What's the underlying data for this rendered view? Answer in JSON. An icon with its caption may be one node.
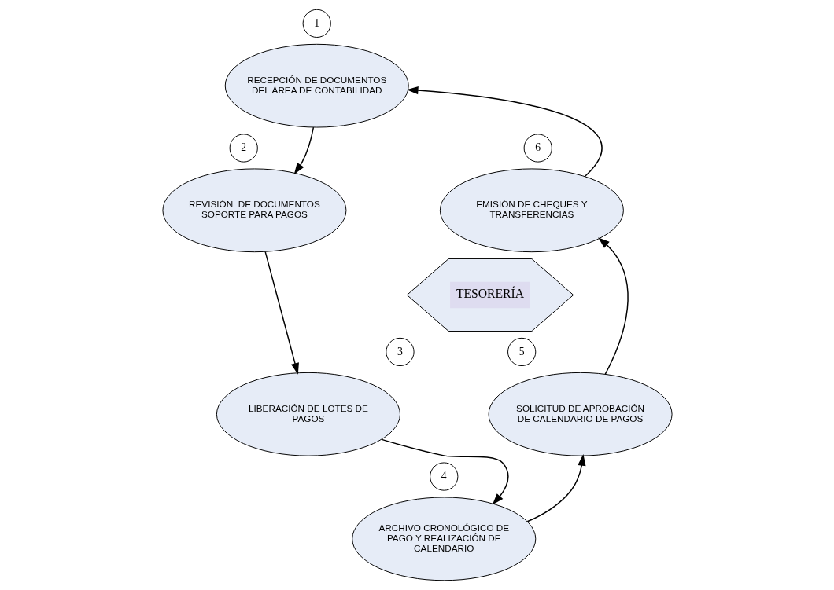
{
  "diagram": {
    "nodes": [
      {
        "text": [
          "1"
        ]
      },
      {
        "text": [
          "RECEPCIÓN DE DOCUMENTOS DEL ÁREA DE CONTABILIDAD"
        ]
      },
      {
        "text": [
          "2"
        ]
      },
      {
        "text": [
          "REVISIÓN  DE DOCUMENTOS SOPORTE PARA PAGOS"
        ]
      },
      {
        "text": [
          "3"
        ]
      },
      {
        "text": [
          "LIBERACIÓN DE LOTES DE PAGOS"
        ]
      },
      {
        "text": [
          "4"
        ]
      },
      {
        "text": [
          "ARCHIVO CRONOLÓGICO DE PAGO Y REALIZACIÓN DE CALENDARIO"
        ]
      },
      {
        "text": [
          "5"
        ]
      },
      {
        "text": [
          "SOLICITUD DE APROBACIÓN DE CALENDARIO DE PAGOS"
        ]
      },
      {
        "text": [
          "6"
        ]
      },
      {
        "text": [
          "EMISIÓN DE CHEQUES Y TRANSFERENCIAS"
        ]
      },
      {
        "text": [
          "TESORERÍA"
        ]
      }
    ],
    "edges": [
      {
        "from": 1,
        "to": 3,
        "arrow": "to"
      },
      {
        "from": 3,
        "to": 5,
        "arrow": "to"
      },
      {
        "from": 5,
        "to": 7,
        "arrow": "to"
      },
      {
        "from": 7,
        "to": 9,
        "arrow": "to"
      },
      {
        "from": 9,
        "to": 11,
        "arrow": "to"
      },
      {
        "from": 11,
        "to": 1,
        "arrow": "to"
      }
    ]
  }
}
